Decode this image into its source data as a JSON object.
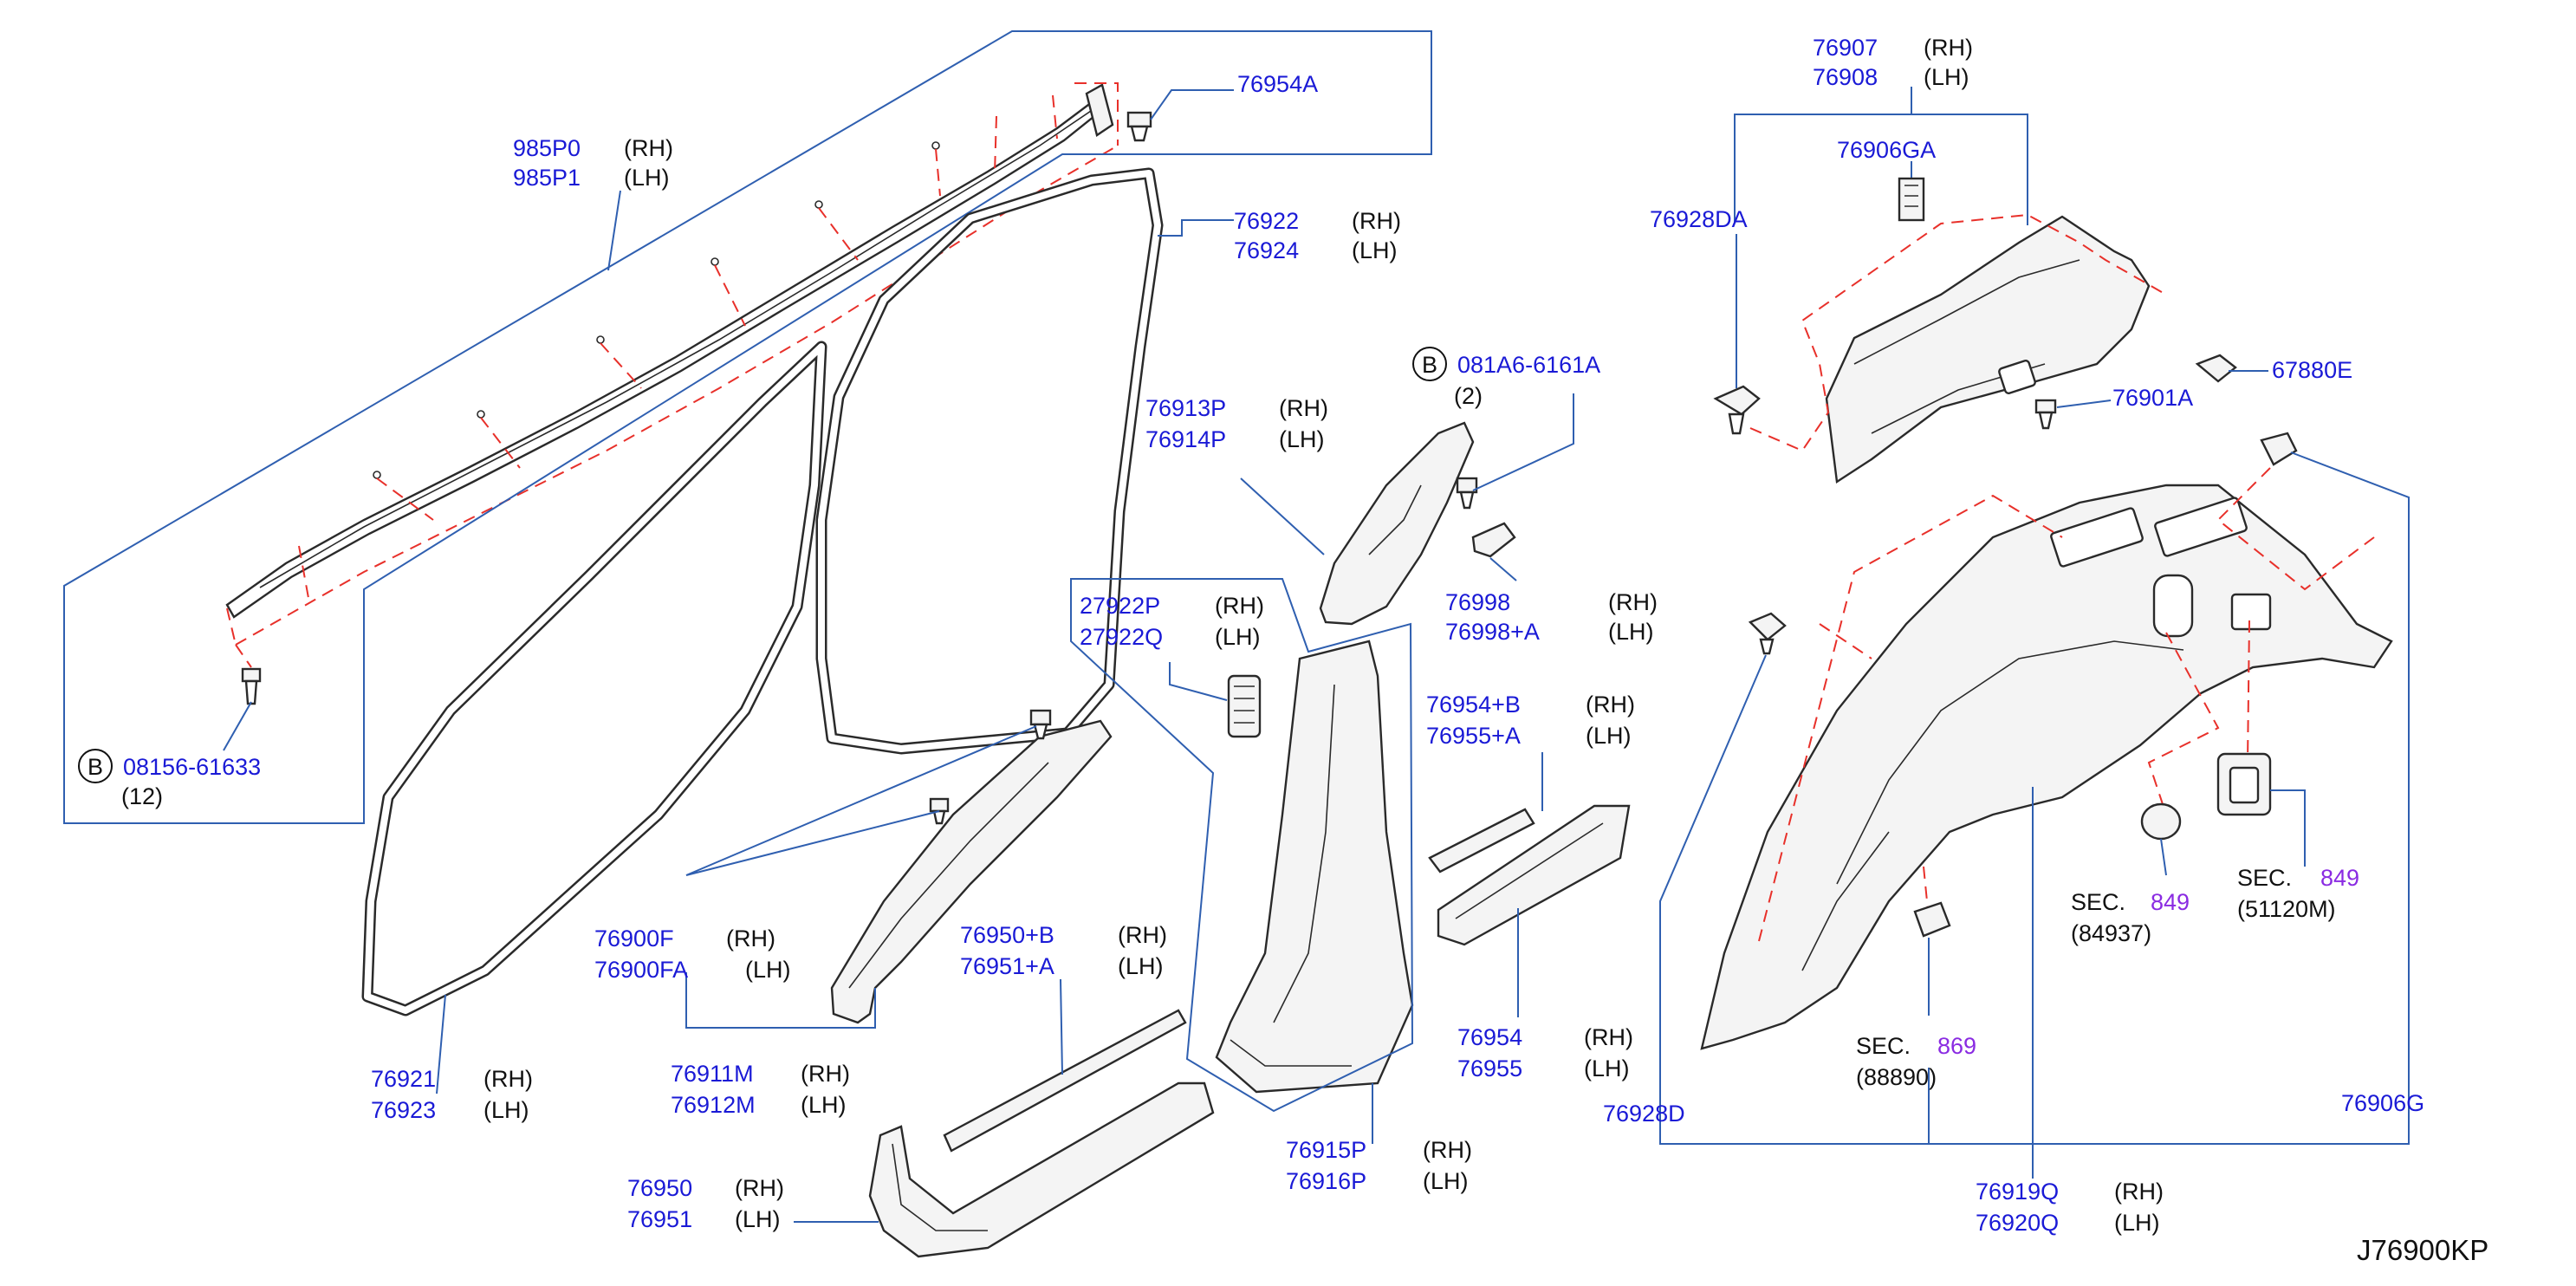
{
  "diagram_ref": "J76900KP",
  "callouts": {
    "airbag_rh": "985P0",
    "airbag_rh_side": "(RH)",
    "airbag_lh": "985P1",
    "airbag_lh_side": "(LH)",
    "bolt_top": "76954A",
    "weather_rh": "76922",
    "weather_rh_side": "(RH)",
    "weather_lh": "76924",
    "weather_lh_side": "(LH)",
    "bolt_b_marker": "B",
    "bolt_b_part": "08156-61633",
    "bolt_b_qty": "(12)",
    "rear_ws_rh": "76921",
    "rear_ws_rh_side": "(RH)",
    "rear_ws_lh": "76923",
    "rear_ws_lh_side": "(LH)",
    "clip_fastener_rh": "76900F",
    "clip_fastener_rh_side": "(RH)",
    "clip_fastener_lh": "76900FA",
    "clip_fastener_lh_side": "(LH)",
    "a_pillar_rh": "76911M",
    "a_pillar_rh_side": "(RH)",
    "a_pillar_lh": "76912M",
    "a_pillar_lh_side": "(LH)",
    "scuff_insert_front_rh": "76950+B",
    "scuff_insert_front_rh_side": "(RH)",
    "scuff_insert_front_lh": "76951+A",
    "scuff_insert_front_lh_side": "(LH)",
    "scuff_front_rh": "76950",
    "scuff_front_rh_side": "(RH)",
    "scuff_front_lh": "76951",
    "scuff_front_lh_side": "(LH)",
    "belt_adj_rh": "27922P",
    "belt_adj_rh_side": "(RH)",
    "belt_adj_lh": "27922Q",
    "belt_adj_lh_side": "(LH)",
    "b_upper_rh": "76913P",
    "b_upper_rh_side": "(RH)",
    "b_upper_lh": "76914P",
    "b_upper_lh_side": "(LH)",
    "bolt_081_marker": "B",
    "bolt_081_part": "081A6-6161A",
    "bolt_081_qty": "(2)",
    "cap_rh": "76998",
    "cap_rh_side": "(RH)",
    "cap_lh": "76998+A",
    "cap_lh_side": "(LH)",
    "scuff_insert_rear_rh": "76954+B",
    "scuff_insert_rear_rh_side": "(RH)",
    "scuff_insert_rear_lh": "76955+A",
    "scuff_insert_rear_lh_side": "(LH)",
    "scuff_rear_rh": "76954",
    "scuff_rear_rh_side": "(RH)",
    "scuff_rear_lh": "76955",
    "scuff_rear_lh_side": "(LH)",
    "b_lower_rh": "76915P",
    "b_lower_rh_side": "(RH)",
    "b_lower_lh": "76916P",
    "b_lower_lh_side": "(LH)",
    "d_pillar_rh": "76907",
    "d_pillar_rh_side": "(RH)",
    "d_pillar_lh": "76908",
    "d_pillar_lh_side": "(LH)",
    "clip_top": "76906GA",
    "clip_left": "76928DA",
    "clip_button": "67880E",
    "screw": "76901A",
    "side_clip": "76928D",
    "side_grommet": "76906G",
    "quarter_rh": "76919Q",
    "quarter_rh_side": "(RH)",
    "quarter_lh": "76920Q",
    "quarter_lh_side": "(LH)",
    "sec_849a_label": "SEC.",
    "sec_849a_page": "849",
    "sec_849a_part": "(84937)",
    "sec_849b_label": "SEC.",
    "sec_849b_page": "849",
    "sec_849b_part": "(51120M)",
    "sec_869_label": "SEC.",
    "sec_869_page": "869",
    "sec_869_part": "(88890)"
  }
}
